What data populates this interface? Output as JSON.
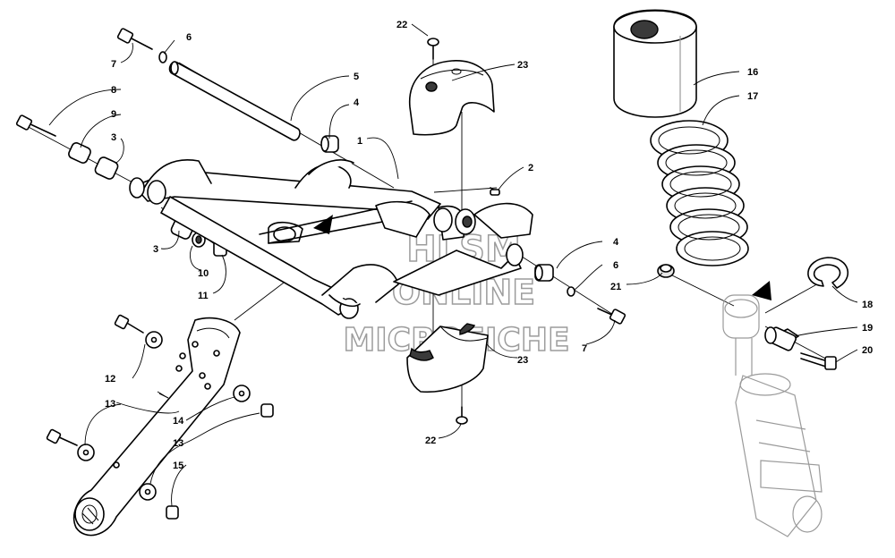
{
  "watermark": {
    "line1": "HLSM",
    "line2": "ONLINE",
    "line3": "MICROFICHE",
    "color": "#9c9c9c"
  },
  "callouts": {
    "c1": "1",
    "c2": "2",
    "c3a": "3",
    "c3b": "3",
    "c4a": "4",
    "c4b": "4",
    "c5": "5",
    "c6a": "6",
    "c6b": "6",
    "c7a": "7",
    "c7b": "7",
    "c8": "8",
    "c9": "9",
    "c10": "10",
    "c11": "11",
    "c12": "12",
    "c13a": "13",
    "c13b": "13",
    "c14": "14",
    "c15": "15",
    "c16": "16",
    "c17": "17",
    "c18": "18",
    "c19": "19",
    "c20": "20",
    "c21": "21",
    "c22a": "22",
    "c22b": "22",
    "c23a": "23",
    "c23b": "23"
  }
}
